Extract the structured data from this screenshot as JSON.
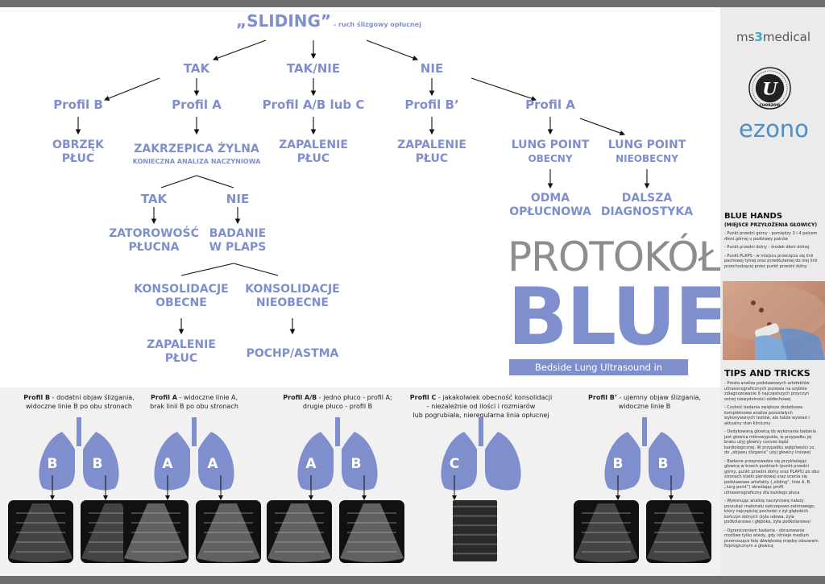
{
  "tree": {
    "root": {
      "main": "„SLIDING”",
      "sub": " - ruch ślizgowy opłucnej"
    },
    "tak": "TAK",
    "taknie": "TAK/NIE",
    "nie": "NIE",
    "profil_b": "Profil B",
    "profil_a": "Profil A",
    "profil_ab_c": "Profil A/B lub C",
    "profil_b_prime": "Profil B’",
    "profil_a2": "Profil A",
    "obrzek": [
      "OBRZĘK",
      "PŁUC"
    ],
    "zakrzepica": "ZAKRZEPICA ŻYLNA",
    "zakrzepica_sub": "KONIECZNA ANALIZA NACZYNIOWA",
    "zapalenie1": [
      "ZAPALENIE",
      "PŁUC"
    ],
    "zapalenie2": [
      "ZAPALENIE",
      "PŁUC"
    ],
    "lung_point_obecny": [
      "LUNG POINT",
      "OBECNY"
    ],
    "lung_point_nieobecny": [
      "LUNG POINT",
      "NIEOBECNY"
    ],
    "tak2": "TAK",
    "nie2": "NIE",
    "odma": [
      "ODMA",
      "OPŁUCNOWA"
    ],
    "dalsza": [
      "DALSZA",
      "DIAGNOSTYKA"
    ],
    "zatorowosc": [
      "ZATOROWOŚĆ",
      "PŁUCNA"
    ],
    "badanie": [
      "BADANIE",
      "W PLAPS"
    ],
    "konsolidacje_obecne": [
      "KONSOLIDACJE",
      "OBECNE"
    ],
    "konsolidacje_nieobecne": [
      "KONSOLIDACJE",
      "NIEOBECNE"
    ],
    "zapalenie3": [
      "ZAPALENIE",
      "PŁUC"
    ],
    "pochp": "POCHP/ASTMA"
  },
  "title": {
    "protokol": "PROTOKÓŁ",
    "blue": "BLUE",
    "banner": "Bedside Lung Ultrasound in Emergency"
  },
  "profiles": [
    {
      "name": "Profil B",
      "desc1": " - dodatni objaw ślizgania,",
      "desc2": "widoczne linie B po obu stronach",
      "desc3": "",
      "left": "B",
      "right": "B"
    },
    {
      "name": "Profil A",
      "desc1": " - widoczne linie A,",
      "desc2": "brak linii B po obu stronach",
      "desc3": "",
      "left": "A",
      "right": "A"
    },
    {
      "name": "Profil A/B",
      "desc1": " - jedno płuco - profil A;",
      "desc2": "drugie płuco - profil B",
      "desc3": "",
      "left": "A",
      "right": "B"
    },
    {
      "name": "Profil C",
      "desc1": " - jakakolwiek obecność konsolidacji",
      "desc2": "- niezależnie od ilości i rozmiarów",
      "desc3": "lub pogrubiała, nieregularna linia opłucnej",
      "left": "C",
      "right": ""
    },
    {
      "name": "Profil B’",
      "desc1": " - ujemny objaw ślizgania,",
      "desc2": "widoczne linie B",
      "desc3": "",
      "left": "B",
      "right": "B"
    }
  ],
  "sidebar": {
    "logo_ms_a": "ms",
    "logo_ms_b": "3",
    "logo_ms_c": "medical",
    "seal_letter": "U",
    "seal_text": "CHORZÓW",
    "logo_ezono": "ezono",
    "blue_hands_title": "BLUE HANDS",
    "blue_hands_sub": "(MIEJSCE PRZYŁOŻENIA GŁOWICY)",
    "blue_hands_items": [
      "- Punkt przedni górny - pomiędzy 3 i 4 palcem dłoni górnej u podstawy palców",
      "- Punkt przedni dolny - środek dłoni dolnej",
      "- Punkt PLAPS - w miejscu przecięcia się linii pachowej tylnej oraz przedłużeniej do niej linii przechodzącej przez punkt przedni dolny"
    ],
    "tips_title": "TIPS AND TRICKS",
    "tips_items": [
      "- Prosta analiza podstawowych artefaktów ultrasonograficznych pozwala na szybkie zdiagnozowanie 6 najczęstszych przyczyn ostrej niewydolności oddechowej",
      "- Czułość badania zwiększa dodatkowa kompleksowa analiza pozostałych wykonywanych testów, ale także wywiad i aktualny stan kliniczny",
      "- Dedykowaną głowicą do wykonania badania jest głowica mikrowypukła, w przypadku jej braku użyj głowicy convex bądź kardiologicznej. W przypadku wątpliwości co do „objawu ślizgania” użyj głowicy liniowej",
      "- Badanie przeprowadza się przykładając głowicę w trzech punktach (punkt przedni górny, punkt przedni dolny oraz PLAPS) po obu stronach klatki piersiowej oraz ocenia się podstawowe artefakty („sliding”, linie A, B, „lung point”) określając profil ultrasonograficzny dla każdego płuca",
      "- Wykonując analizę naczyniową należy poszukać materiału zakrzepowo-zatorowego, który najczęściej pochodzi z żył głębokich kończyn dolnych (żyła udowa, żyła podkolanowa i głęboka, żyła podkolanowa)",
      "- Ograniczeniem badania - obrazowanie możliwe tylko wtedy, gdy istnieje medium przenoszące falę dźwiękową między obszarem fizjologicznym a głowicą"
    ]
  },
  "colors": {
    "accent": "#7f8fcd",
    "grey": "#8d8d8d",
    "panel": "#f1f1f1",
    "sidebar": "#ebebeb"
  }
}
